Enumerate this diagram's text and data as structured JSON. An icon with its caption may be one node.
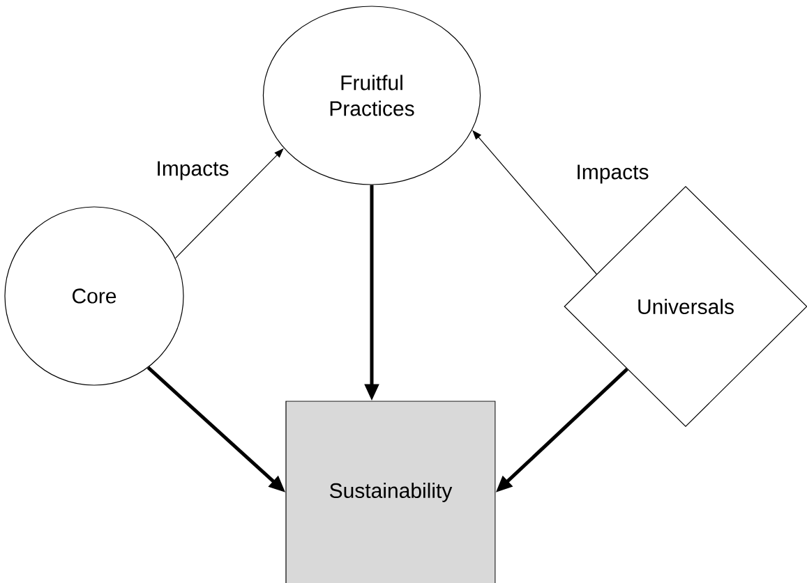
{
  "diagram": {
    "nodes": [
      {
        "text": [
          "Fruitful Practices"
        ]
      },
      {
        "text": [
          "Core"
        ]
      },
      {
        "text": [
          "Universals"
        ]
      },
      {
        "text": [
          "Sustainability"
        ]
      }
    ],
    "edges": [
      {
        "from": 1,
        "to": 0,
        "arrow": "to",
        "label": "Impacts"
      },
      {
        "from": 2,
        "to": 0,
        "arrow": "to",
        "label": "Impacts"
      },
      {
        "from": 0,
        "to": 3,
        "arrow": "to"
      },
      {
        "from": 1,
        "to": 3,
        "arrow": "to"
      },
      {
        "from": 2,
        "to": 3,
        "arrow": "to"
      }
    ]
  }
}
